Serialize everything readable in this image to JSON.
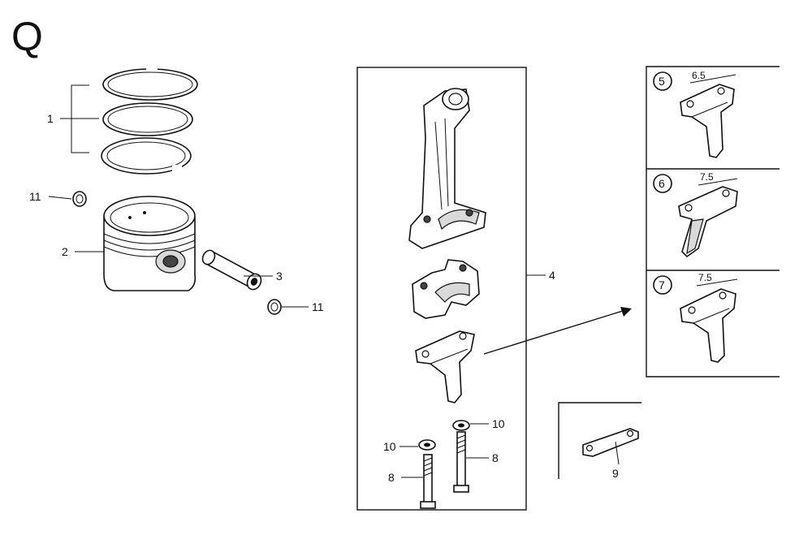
{
  "section_letter": "Q",
  "callouts": {
    "rings": "1",
    "piston": "2",
    "pin": "3",
    "rod_assembly": "4",
    "dipper_5": "5",
    "dipper_6": "6",
    "dipper_7": "7",
    "bolt_left": "8",
    "bolt_right": "8",
    "plate": "9",
    "washer_left": "10",
    "washer_right": "10",
    "clip_left": "11",
    "clip_right": "11"
  },
  "dimensions": {
    "dipper_5": "6.5",
    "dipper_6": "7.5",
    "dipper_7": "7.5"
  }
}
